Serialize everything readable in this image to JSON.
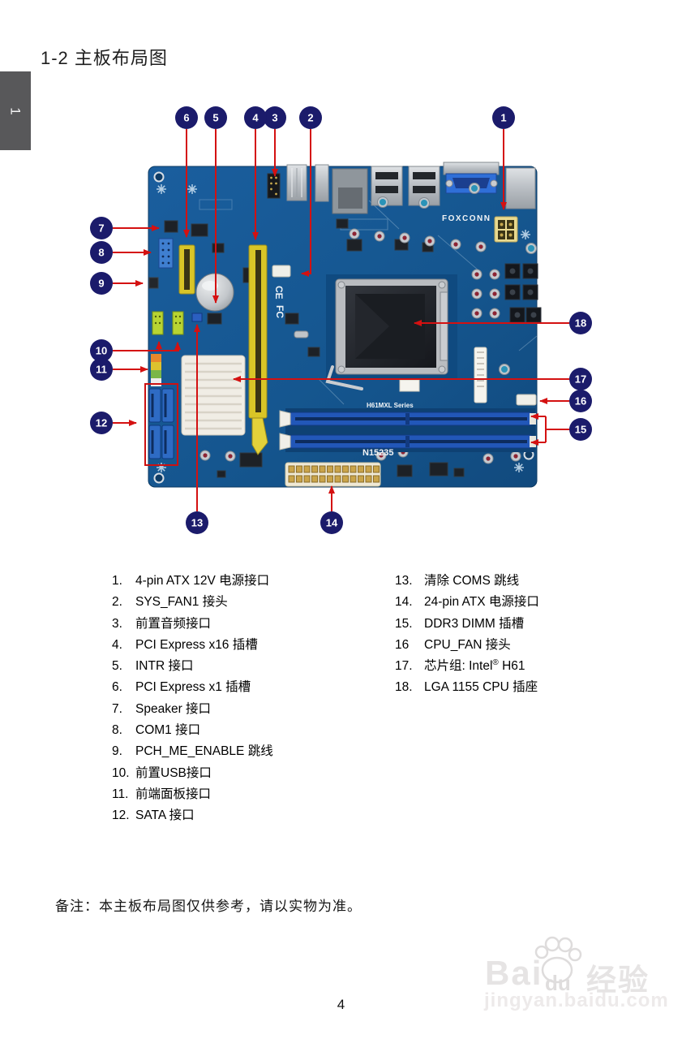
{
  "page": {
    "title": "1-2  主板布局图",
    "sidebar_tab": "1",
    "note": "备注：本主板布局图仅供参考，请以实物为准。",
    "page_number": "4"
  },
  "board": {
    "brand": "FOXCONN",
    "series_label": "H61MXL  Series",
    "board_code": "N15235",
    "ce_mark": "CE",
    "fcc_mark": "FC"
  },
  "callout_numbers": [
    "1",
    "2",
    "3",
    "4",
    "5",
    "6",
    "7",
    "8",
    "9",
    "10",
    "11",
    "12",
    "13",
    "14",
    "15",
    "16",
    "17",
    "18"
  ],
  "legend": {
    "left": [
      {
        "num": "1.",
        "text": "4-pin ATX 12V 电源接口"
      },
      {
        "num": "2.",
        "text": "SYS_FAN1 接头"
      },
      {
        "num": "3.",
        "text": "前置音频接口"
      },
      {
        "num": "4.",
        "text": "PCI Express x16 插槽"
      },
      {
        "num": "5.",
        "text": "INTR  接口"
      },
      {
        "num": "6.",
        "text": "PCI Express x1  插槽"
      },
      {
        "num": "7.",
        "text": "Speaker 接口"
      },
      {
        "num": "8.",
        "text": "COM1  接口"
      },
      {
        "num": "9.",
        "text": "PCH_ME_ENABLE  跳线"
      },
      {
        "num": "10.",
        "text": "前置USB接口"
      },
      {
        "num": "11.",
        "text": "前端面板接口"
      },
      {
        "num": "12.",
        "text": "SATA 接口"
      }
    ],
    "right": [
      {
        "num": "13.",
        "text": "清除  COMS 跳线"
      },
      {
        "num": "14.",
        "text": "24-pin ATX 电源接口"
      },
      {
        "num": "15.",
        "text": "DDR3 DIMM 插槽"
      },
      {
        "num": "16",
        "text": "CPU_FAN 接头"
      },
      {
        "num": "17.",
        "pre": "芯片组:  Intel",
        "sup": "®",
        "post": " H61"
      },
      {
        "num": "18.",
        "text": "LGA 1155 CPU 插座"
      }
    ]
  },
  "watermark": {
    "part1": "Bai",
    "part2": "du",
    "part3": "经验",
    "url": "jingyan.baidu.com"
  },
  "colors": {
    "pcb_blue": "#15568f",
    "callout_navy": "#1b1b6b",
    "arrow_red": "#d41111",
    "slot_yellow": "#d9c527",
    "dimm_blue": "#2257b8"
  }
}
